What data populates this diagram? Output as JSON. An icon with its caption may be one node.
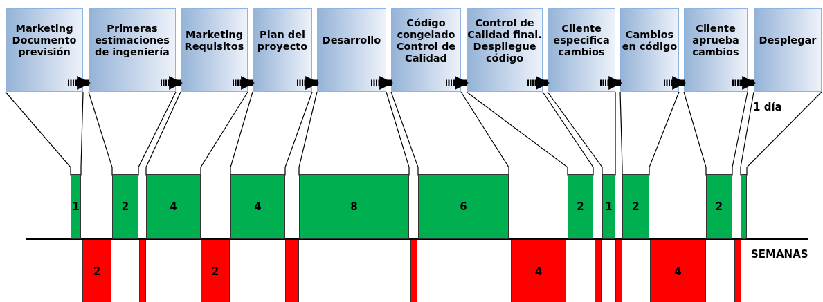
{
  "diagram": {
    "nodes": [
      {
        "text": [
          "Marketing Documento previsión"
        ]
      },
      {
        "text": [
          "Primeras estimaciones de ingeniería"
        ]
      },
      {
        "text": [
          "Marketing Requisitos"
        ]
      },
      {
        "text": [
          "Plan del proyecto"
        ]
      },
      {
        "text": [
          "Desarrollo"
        ]
      },
      {
        "text": [
          "Código congelado Control de Calidad"
        ]
      },
      {
        "text": [
          "Control de Calidad final. Despliegue código"
        ]
      },
      {
        "text": [
          "Cliente especifica cambios"
        ]
      },
      {
        "text": [
          "Cambios en código"
        ]
      },
      {
        "text": [
          "Cliente aprueba cambios"
        ]
      },
      {
        "text": [
          "Desplegar"
        ]
      },
      {
        "text": [
          "1"
        ]
      },
      {
        "text": [
          "2"
        ]
      },
      {
        "text": [
          "4"
        ]
      },
      {
        "text": [
          "4"
        ]
      },
      {
        "text": [
          "8"
        ]
      },
      {
        "text": [
          "6"
        ]
      },
      {
        "text": [
          "2"
        ]
      },
      {
        "text": [
          "1"
        ]
      },
      {
        "text": [
          "2"
        ]
      },
      {
        "text": [
          "2"
        ]
      },
      {
        "text": [],
        "shape": "bar"
      },
      {
        "text": [
          "2"
        ]
      },
      {
        "text": [],
        "shape": "bar"
      },
      {
        "text": [
          "2"
        ]
      },
      {
        "text": [],
        "shape": "bar"
      },
      {
        "text": [],
        "shape": "bar"
      },
      {
        "text": [
          "4"
        ]
      },
      {
        "text": [],
        "shape": "bar"
      },
      {
        "text": [],
        "shape": "bar"
      },
      {
        "text": [
          "4"
        ]
      },
      {
        "text": [],
        "shape": "bar"
      }
    ],
    "edges": [
      {
        "from": 0,
        "to": 1,
        "arrow": "to",
        "style": "dashed"
      },
      {
        "from": 1,
        "to": 2,
        "arrow": "to",
        "style": "dashed"
      },
      {
        "from": 2,
        "to": 3,
        "arrow": "to",
        "style": "dashed"
      },
      {
        "from": 3,
        "to": 4,
        "arrow": "to",
        "style": "dashed"
      },
      {
        "from": 4,
        "to": 5,
        "arrow": "to",
        "style": "dashed"
      },
      {
        "from": 5,
        "to": 6,
        "arrow": "to",
        "style": "dashed"
      },
      {
        "from": 6,
        "to": 7,
        "arrow": "to",
        "style": "dashed"
      },
      {
        "from": 7,
        "to": 8,
        "arrow": "to",
        "style": "dashed"
      },
      {
        "from": 8,
        "to": 9,
        "arrow": "to",
        "style": "dashed"
      },
      {
        "from": 9,
        "to": 10,
        "arrow": "to",
        "style": "dashed"
      },
      {
        "from": 0,
        "to": 11,
        "arrow": "none"
      },
      {
        "from": 1,
        "to": 12,
        "arrow": "none"
      },
      {
        "from": 2,
        "to": 13,
        "arrow": "none"
      },
      {
        "from": 3,
        "to": 14,
        "arrow": "none"
      },
      {
        "from": 4,
        "to": 15,
        "arrow": "none"
      },
      {
        "from": 5,
        "to": 16,
        "arrow": "none"
      },
      {
        "from": 6,
        "to": 17,
        "arrow": "none"
      },
      {
        "from": 7,
        "to": 18,
        "arrow": "none"
      },
      {
        "from": 8,
        "to": 19,
        "arrow": "none"
      },
      {
        "from": 9,
        "to": 20,
        "arrow": "none"
      },
      {
        "from": 10,
        "to": 21,
        "arrow": "none"
      }
    ],
    "labels": [
      "1 día",
      "SEMANAS"
    ]
  }
}
